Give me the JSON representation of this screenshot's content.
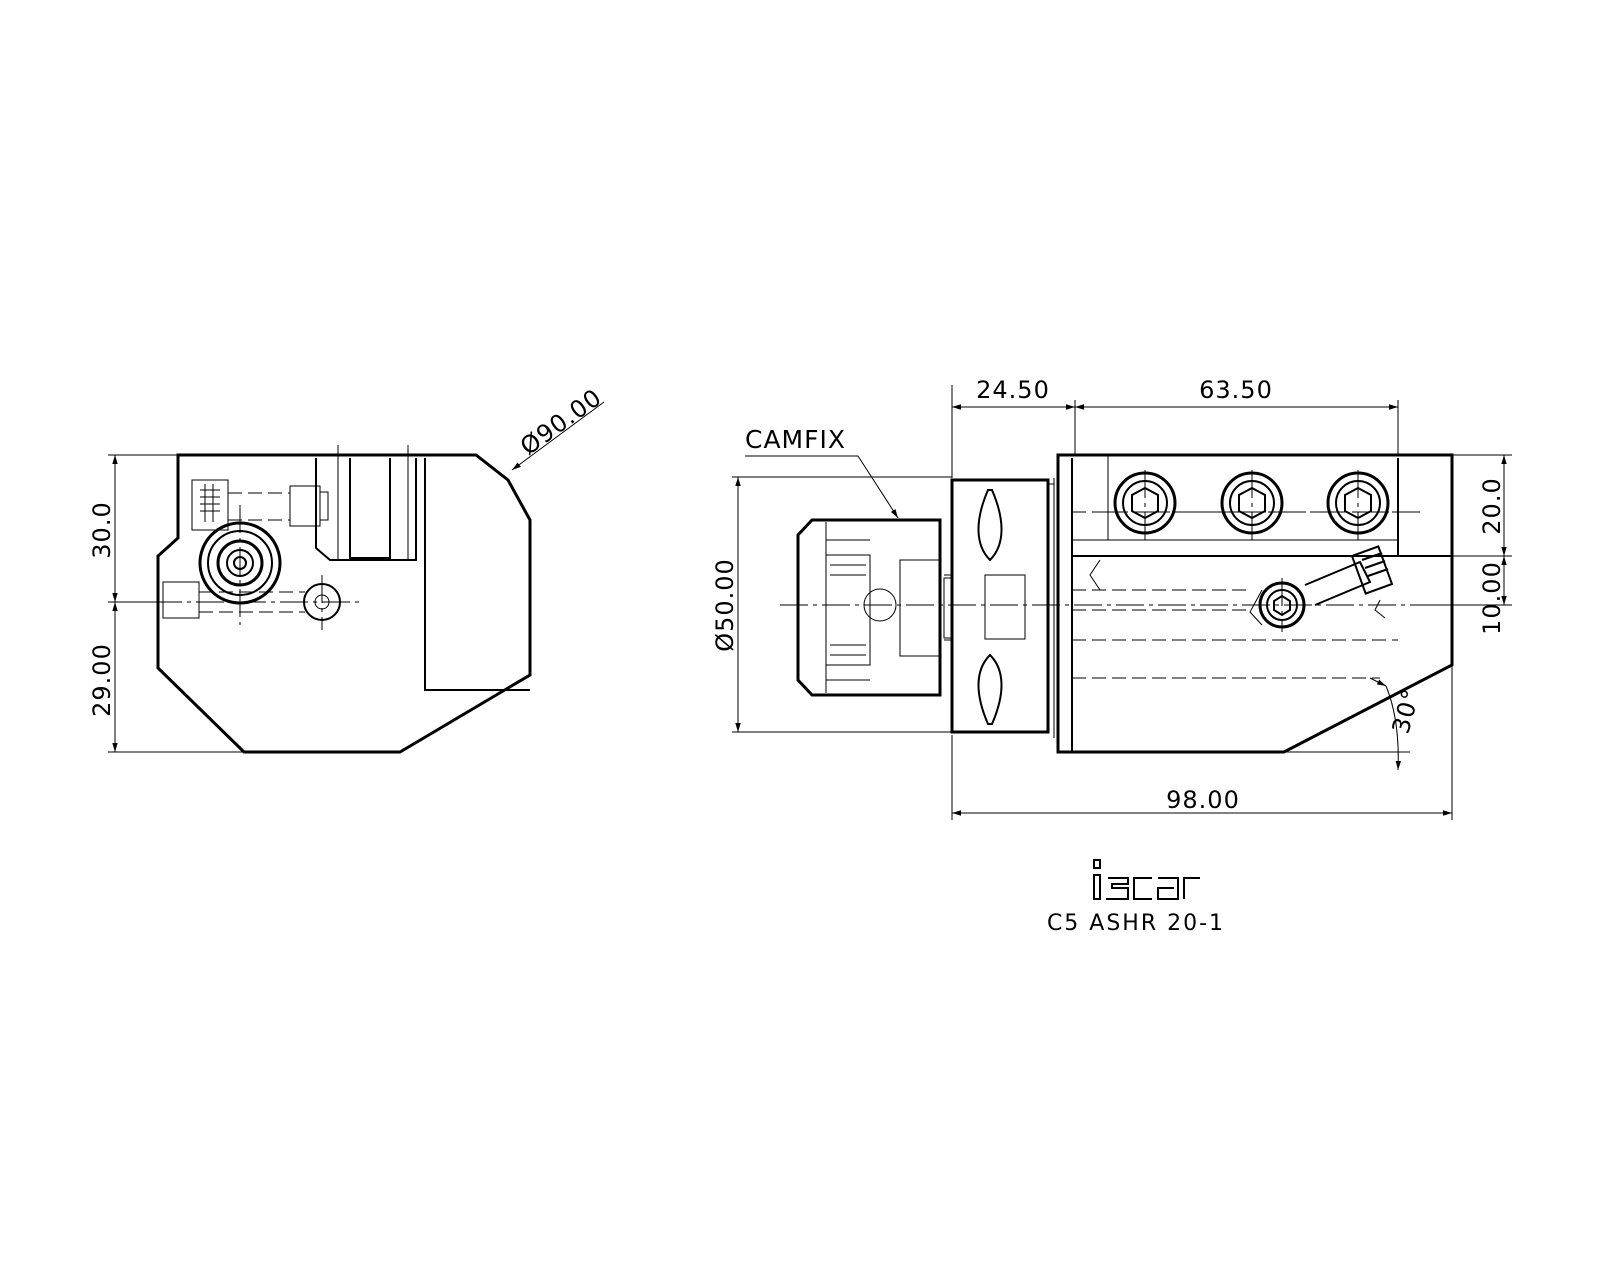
{
  "left_view": {
    "dim_diameter": "Ø90.00",
    "dim_top": "30.0",
    "dim_bottom": "29.00"
  },
  "right_view": {
    "camfix_label": "CAMFIX",
    "dim_top_left": "24.50",
    "dim_top_right": "63.50",
    "dim_diameter": "Ø50.00",
    "dim_right_top": "20.0",
    "dim_right_bottom": "10.00",
    "dim_angle": "30°",
    "dim_overall": "98.00"
  },
  "brand": {
    "logo_text": "iscar",
    "model": "C5 ASHR 20-1"
  }
}
